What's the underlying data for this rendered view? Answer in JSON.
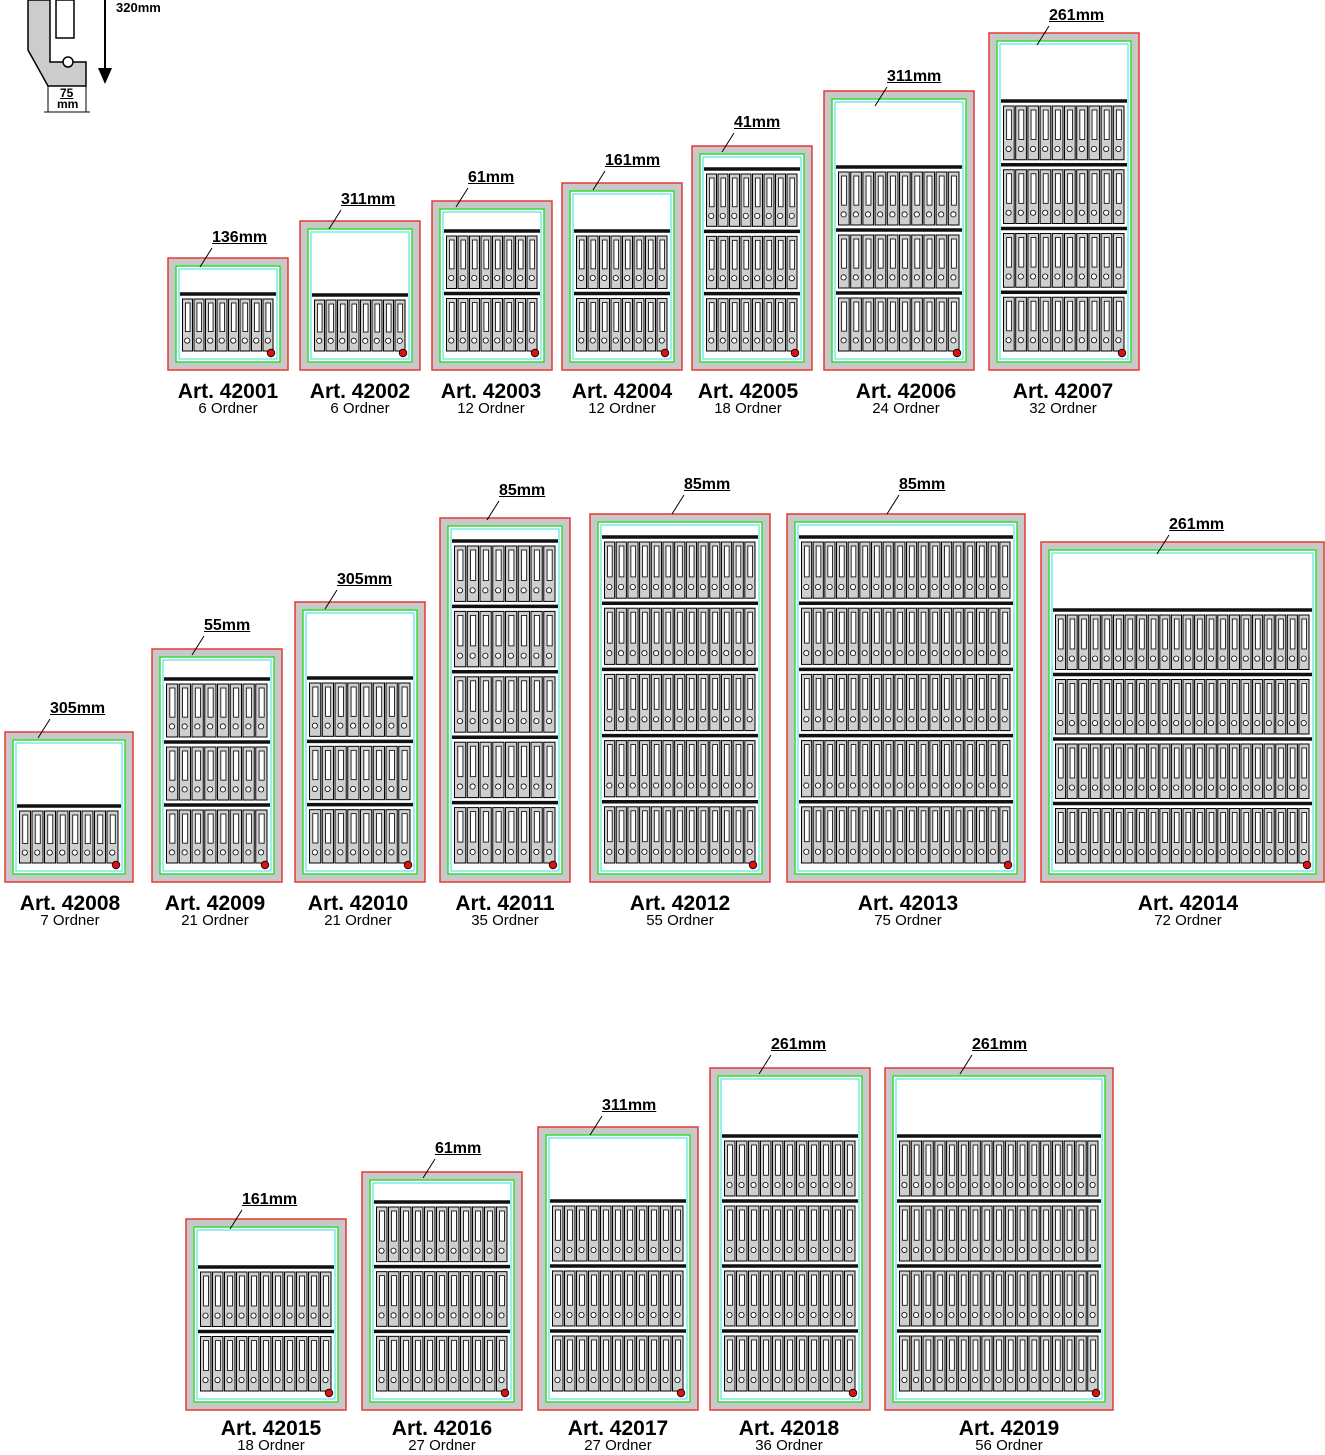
{
  "legend": {
    "height": "320mm",
    "width_value": "75",
    "width_unit": "mm",
    "icon": "binder-icon"
  },
  "colors": {
    "outer_frame": "#e53935",
    "body": "#c8c8c8",
    "inner_line_green": "#33dd33",
    "inner_line_cyan": "#33dddd",
    "shelf": "#111111",
    "binder": "#cfcfcf",
    "lock_dot": "#dd1111"
  },
  "safes": [
    {
      "art": "Art. 42001",
      "count": "6 Ordner",
      "dim": "136mm"
    },
    {
      "art": "Art. 42002",
      "count": "6 Ordner",
      "dim": "311mm"
    },
    {
      "art": "Art. 42003",
      "count": "12 Ordner",
      "dim": "61mm"
    },
    {
      "art": "Art. 42004",
      "count": "12 Ordner",
      "dim": "161mm"
    },
    {
      "art": "Art. 42005",
      "count": "18 Ordner",
      "dim": "41mm"
    },
    {
      "art": "Art. 42006",
      "count": "24 Ordner",
      "dim": "311mm"
    },
    {
      "art": "Art. 42007",
      "count": "32 Ordner",
      "dim": "261mm"
    },
    {
      "art": "Art. 42008",
      "count": "7 Ordner",
      "dim": "305mm"
    },
    {
      "art": "Art. 42009",
      "count": "21 Ordner",
      "dim": "55mm"
    },
    {
      "art": "Art. 42010",
      "count": "21 Ordner",
      "dim": "305mm"
    },
    {
      "art": "Art. 42011",
      "count": "35 Ordner",
      "dim": "85mm"
    },
    {
      "art": "Art. 42012",
      "count": "55 Ordner",
      "dim": "85mm"
    },
    {
      "art": "Art. 42013",
      "count": "75 Ordner",
      "dim": "85mm"
    },
    {
      "art": "Art. 42014",
      "count": "72 Ordner",
      "dim": "261mm"
    },
    {
      "art": "Art. 42015",
      "count": "18 Ordner",
      "dim": "161mm"
    },
    {
      "art": "Art. 42016",
      "count": "27 Ordner",
      "dim": "61mm"
    },
    {
      "art": "Art. 42017",
      "count": "27 Ordner",
      "dim": "311mm"
    },
    {
      "art": "Art. 42018",
      "count": "36 Ordner",
      "dim": "261mm"
    },
    {
      "art": "Art. 42019",
      "count": "56 Ordner",
      "dim": "261mm"
    }
  ]
}
